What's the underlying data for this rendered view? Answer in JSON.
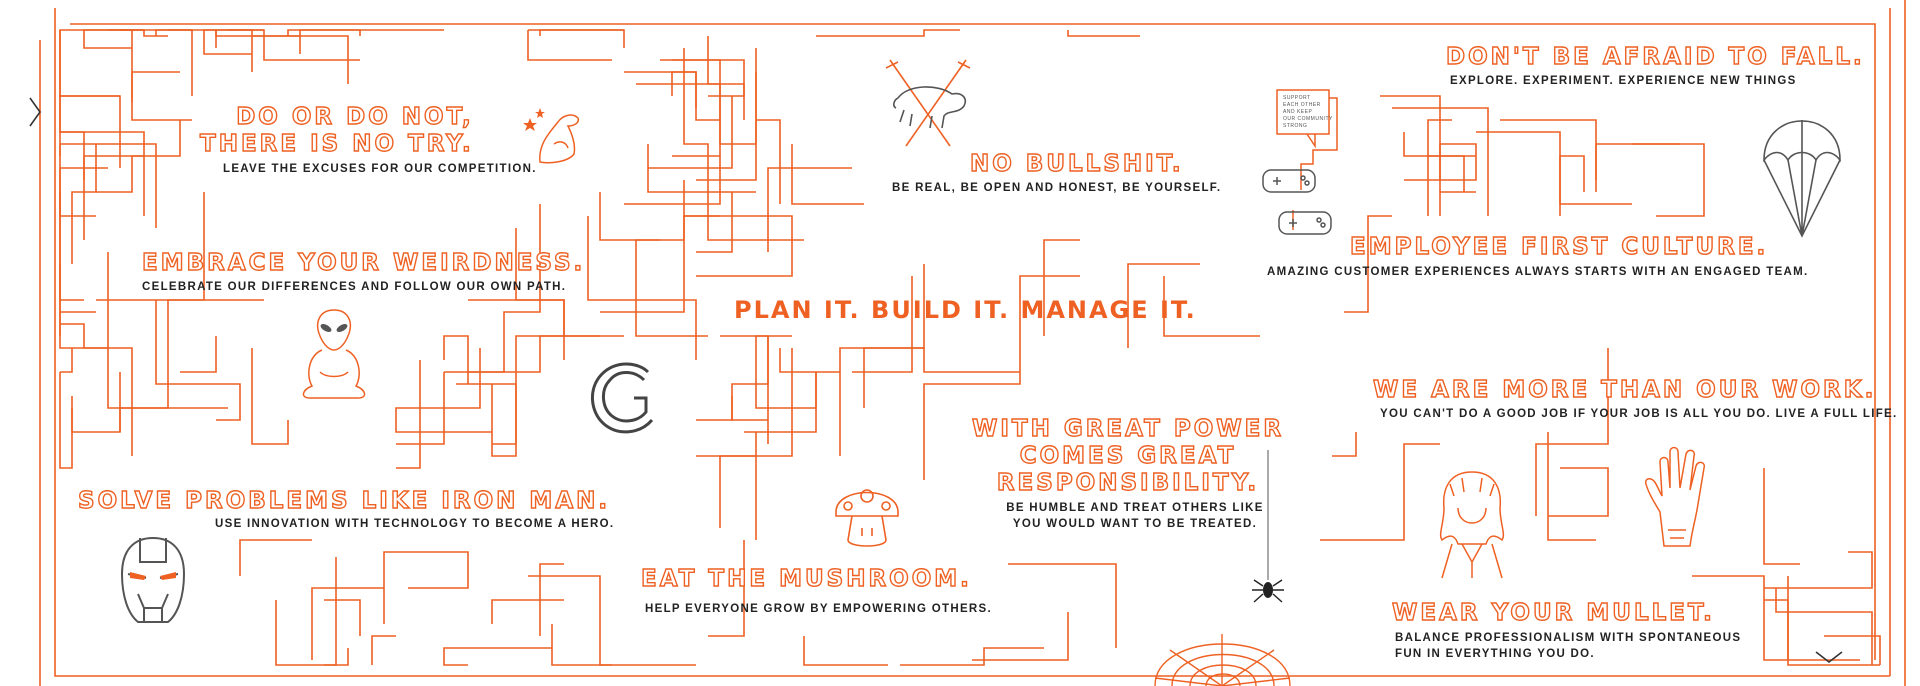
{
  "colors": {
    "accent": "#ee6123",
    "ink": "#222222",
    "gray": "#555555"
  },
  "tagline": "PLAN IT. BUILD IT. MANAGE IT.",
  "values": [
    {
      "id": "do-or-do-not",
      "title_lines": [
        "DO OR DO NOT,",
        "THERE IS NO TRY."
      ],
      "sub_lines": [
        "LEAVE THE EXCUSES FOR OUR COMPETITION."
      ],
      "icon": "flexing-arm-icon"
    },
    {
      "id": "no-bullshit",
      "title_lines": [
        "NO BULLSHIT."
      ],
      "sub_lines": [
        "BE REAL, BE OPEN AND HONEST, BE YOURSELF."
      ],
      "icon": "bull-swords-icon"
    },
    {
      "id": "dont-be-afraid",
      "title_lines": [
        "DON'T BE AFRAID TO FALL."
      ],
      "sub_lines": [
        "EXPLORE. EXPERIMENT. EXPERIENCE NEW THINGS"
      ],
      "icon": "parachute-icon"
    },
    {
      "id": "employee-first",
      "title_lines": [
        "EMPLOYEE FIRST CULTURE."
      ],
      "sub_lines": [
        "AMAZING CUSTOMER EXPERIENCES ALWAYS STARTS WITH AN ENGAGED TEAM."
      ],
      "icon": "game-controllers-icon"
    },
    {
      "id": "embrace-weirdness",
      "title_lines": [
        "EMBRACE YOUR WEIRDNESS."
      ],
      "sub_lines": [
        "CELEBRATE OUR DIFFERENCES AND FOLLOW OUR OWN PATH."
      ],
      "icon": "alien-icon"
    },
    {
      "id": "more-than-work",
      "title_lines": [
        "WE ARE MORE THAN OUR WORK."
      ],
      "sub_lines": [
        "YOU CAN'T DO A GOOD JOB IF YOUR JOB IS ALL YOU DO. LIVE A FULL LIFE."
      ],
      "icon": "vulcan-salute-icon"
    },
    {
      "id": "great-power",
      "title_lines": [
        "WITH GREAT POWER",
        "COMES GREAT",
        "RESPONSIBILITY."
      ],
      "sub_lines": [
        "BE HUMBLE AND TREAT OTHERS LIKE",
        "YOU WOULD WANT TO BE TREATED."
      ],
      "icon": "spider-icon"
    },
    {
      "id": "iron-man",
      "title_lines": [
        "SOLVE PROBLEMS LIKE IRON MAN."
      ],
      "sub_lines": [
        "USE INNOVATION WITH TECHNOLOGY TO BECOME A HERO."
      ],
      "icon": "iron-man-helmet-icon"
    },
    {
      "id": "mushroom",
      "title_lines": [
        "EAT THE MUSHROOM."
      ],
      "sub_lines": [
        "HELP EVERYONE GROW BY EMPOWERING OTHERS."
      ],
      "icon": "mushroom-icon"
    },
    {
      "id": "mullet",
      "title_lines": [
        "WEAR YOUR MULLET."
      ],
      "sub_lines": [
        "BALANCE PROFESSIONALISM WITH SPONTANEOUS",
        "FUN IN EVERYTHING YOU DO."
      ],
      "icon": "mullet-portrait-icon"
    }
  ],
  "speech_bubble_lines": [
    "SUPPORT",
    "EACH OTHER",
    "AND KEEP",
    "OUR COMMUNITY",
    "STRONG"
  ],
  "nav": {
    "prev_icon": "chevron-left-icon",
    "next_icon": "chevron-down-icon"
  }
}
